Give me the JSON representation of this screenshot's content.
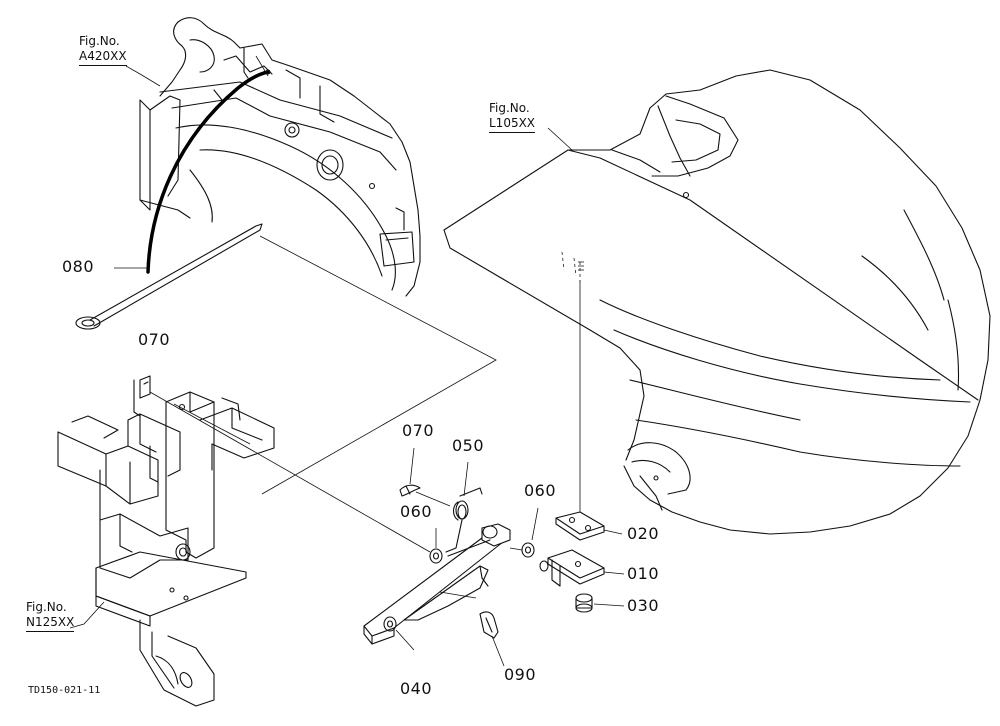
{
  "figure_refs": {
    "upper_left": {
      "label": "Fig.No.",
      "code": "A420XX"
    },
    "upper_right": {
      "label": "Fig.No.",
      "code": "L105XX"
    },
    "lower_left": {
      "label": "Fig.No.",
      "code": "N125XX"
    }
  },
  "part_labels": {
    "p080": "080",
    "p070_left": "070",
    "p070_center": "070",
    "p050": "050",
    "p060_left": "060",
    "p060_right": "060",
    "p020": "020",
    "p010": "010",
    "p030": "030",
    "p040": "040",
    "p090": "090"
  },
  "drawing_number": "TD150-021-11"
}
